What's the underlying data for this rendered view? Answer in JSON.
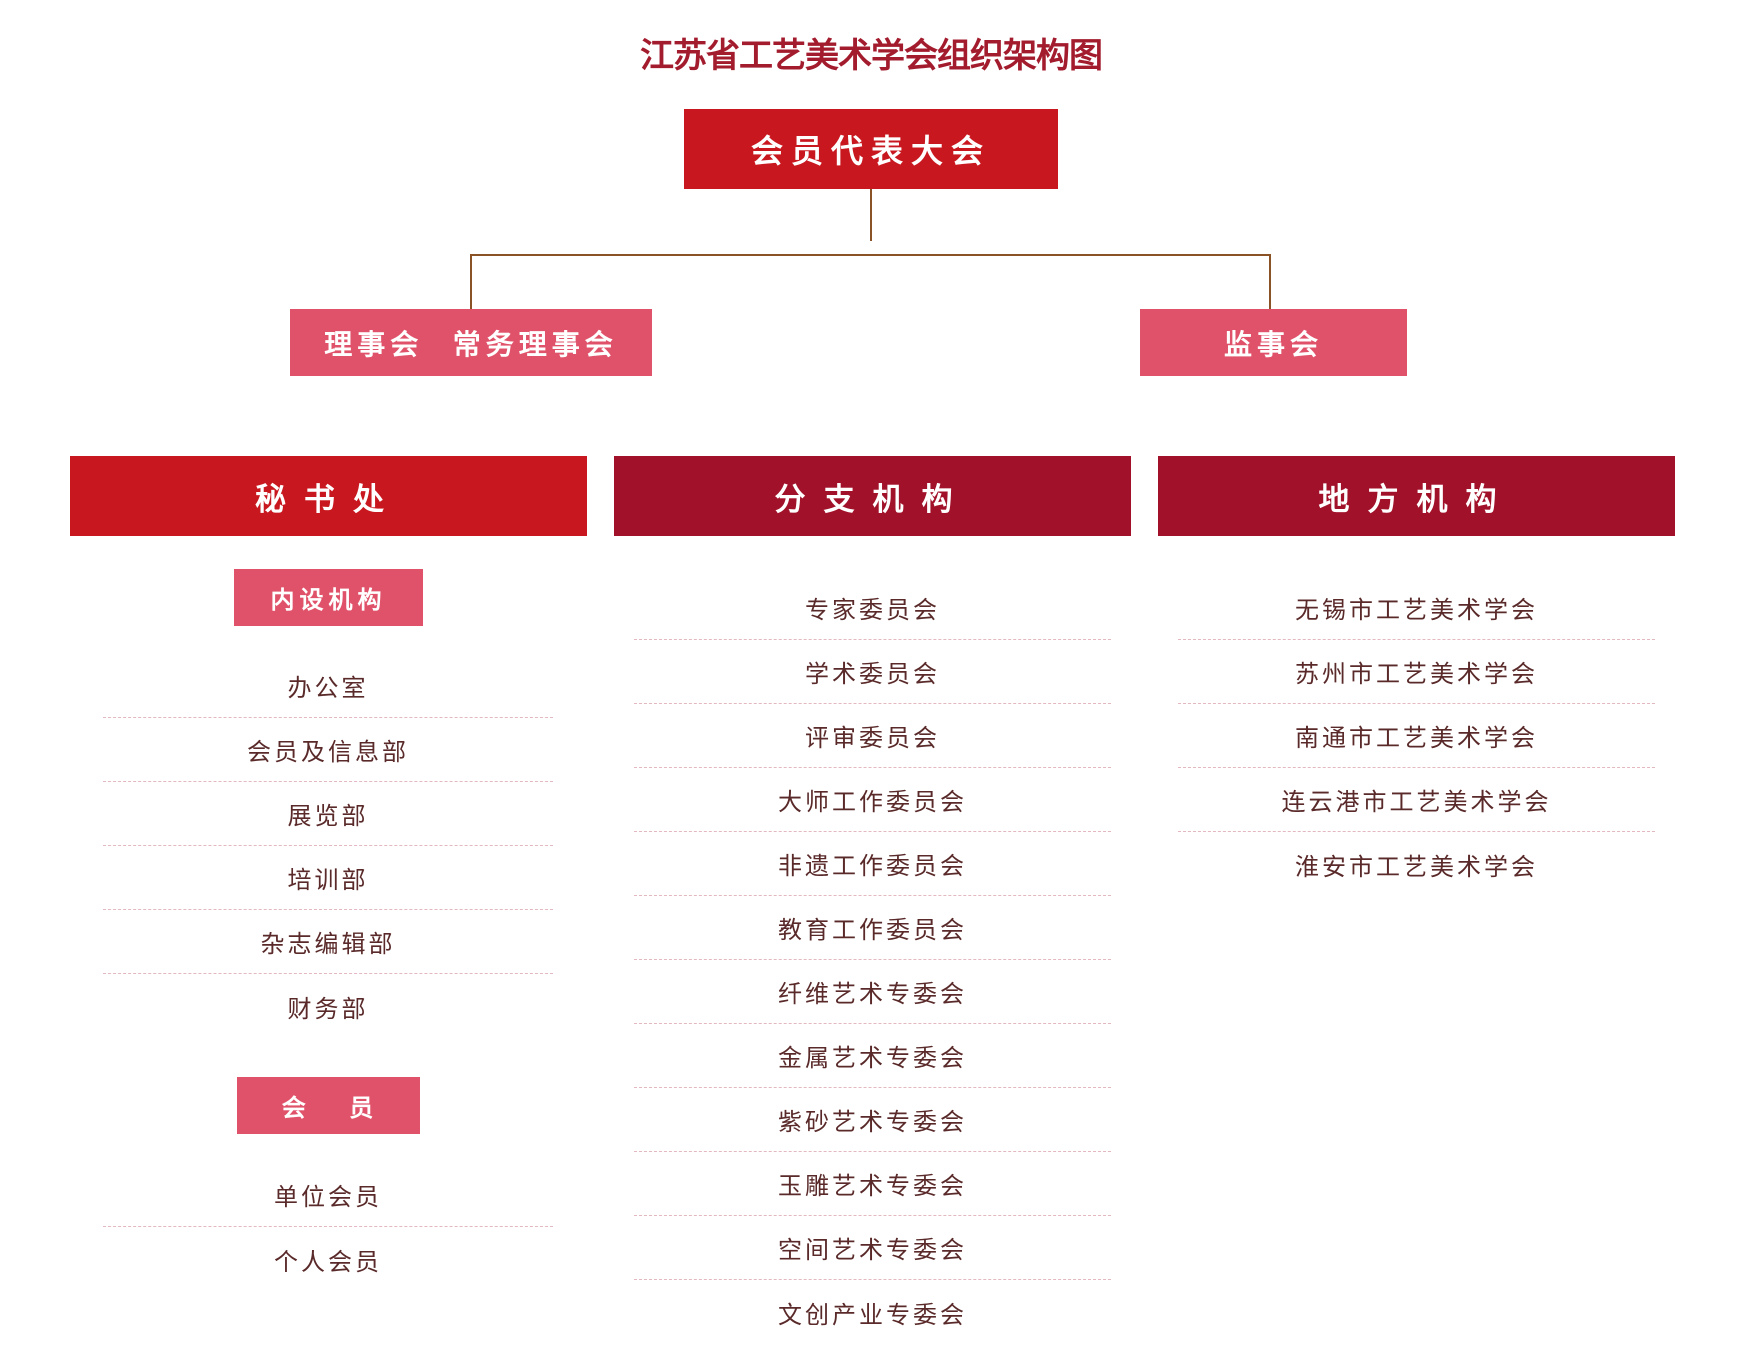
{
  "title": "江苏省工艺美术学会组织架构图",
  "top": {
    "label": "会员代表大会"
  },
  "middle": {
    "left": "理事会  常务理事会",
    "right": "监事会"
  },
  "columns": [
    {
      "header": "秘书处"
    },
    {
      "header": "分支机构"
    },
    {
      "header": "地方机构"
    }
  ],
  "secretariat": {
    "internal": {
      "label": "内设机构",
      "items": [
        "办公室",
        "会员及信息部",
        "展览部",
        "培训部",
        "杂志编辑部",
        "财务部"
      ]
    },
    "members": {
      "label": "会    员",
      "items": [
        "单位会员",
        "个人会员"
      ]
    }
  },
  "branches": {
    "items": [
      "专家委员会",
      "学术委员会",
      "评审委员会",
      "大师工作委员会",
      "非遗工作委员会",
      "教育工作委员会",
      "纤维艺术专委会",
      "金属艺术专委会",
      "紫砂艺术专委会",
      "玉雕艺术专委会",
      "空间艺术专委会",
      "文创产业专委会"
    ]
  },
  "local": {
    "items": [
      "无锡市工艺美术学会",
      "苏州市工艺美术学会",
      "南通市工艺美术学会",
      "连云港市工艺美术学会",
      "淮安市工艺美术学会"
    ]
  },
  "colors": {
    "title": "#a31c2e",
    "primary_red": "#c8171f",
    "dark_red": "#a11129",
    "pink": "#e0526a",
    "connector": "#8b5226",
    "list_text": "#5a2a2a"
  }
}
